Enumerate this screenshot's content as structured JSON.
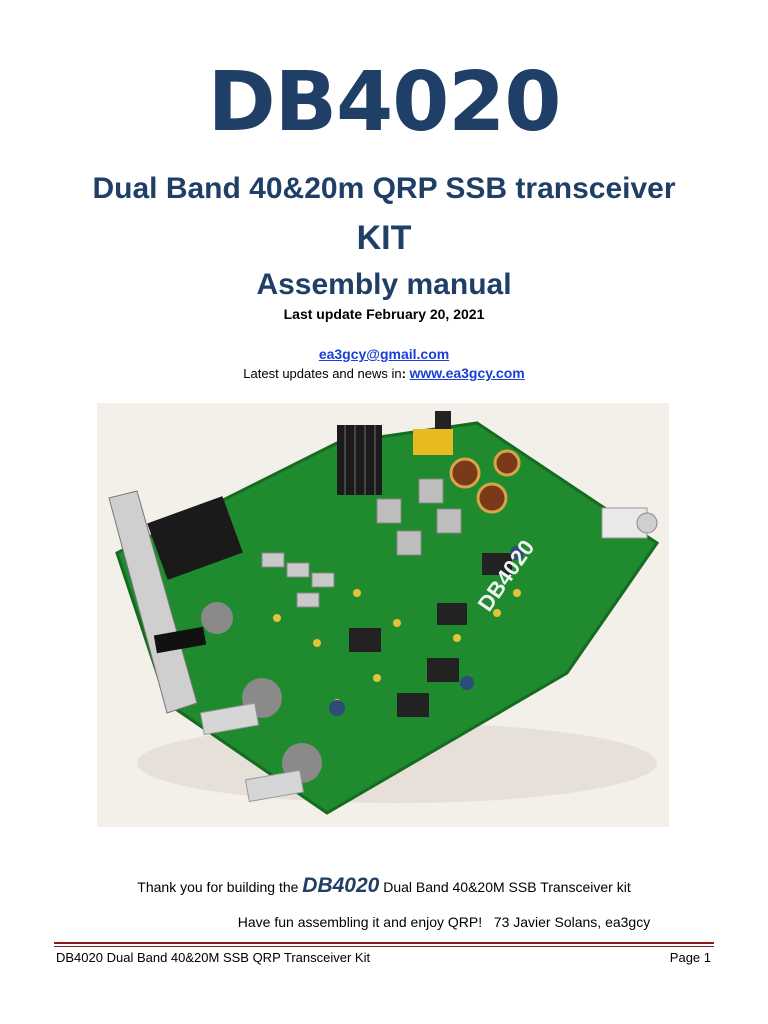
{
  "title": "DB4020",
  "subtitle_line1": "Dual Band 40&20m QRP SSB transceiver",
  "subtitle_line2": "KIT",
  "subtitle_line3": "Assembly manual",
  "last_update": "Last update February 20, 2021",
  "email": "ea3gcy@gmail.com",
  "news_prefix": "Latest updates and news in",
  "news_colon": ": ",
  "website": "www.ea3gcy.com",
  "pcb_silkscreen": "DB4020",
  "thanks": {
    "before": "Thank you for building the ",
    "brand": "DB4020",
    "after": " Dual Band 40&20M SSB Transceiver kit"
  },
  "fun_text": "Have fun assembling it and enjoy QRP!   73 Javier Solans, ea3gcy",
  "footer": {
    "left": "DB4020 Dual Band 40&20M SSB QRP Transceiver Kit",
    "right": "Page 1"
  },
  "colors": {
    "heading": "#1f3f66",
    "link": "#1a3fd6",
    "rule": "#8b1a1a",
    "pcb": "#1f8a2e"
  }
}
